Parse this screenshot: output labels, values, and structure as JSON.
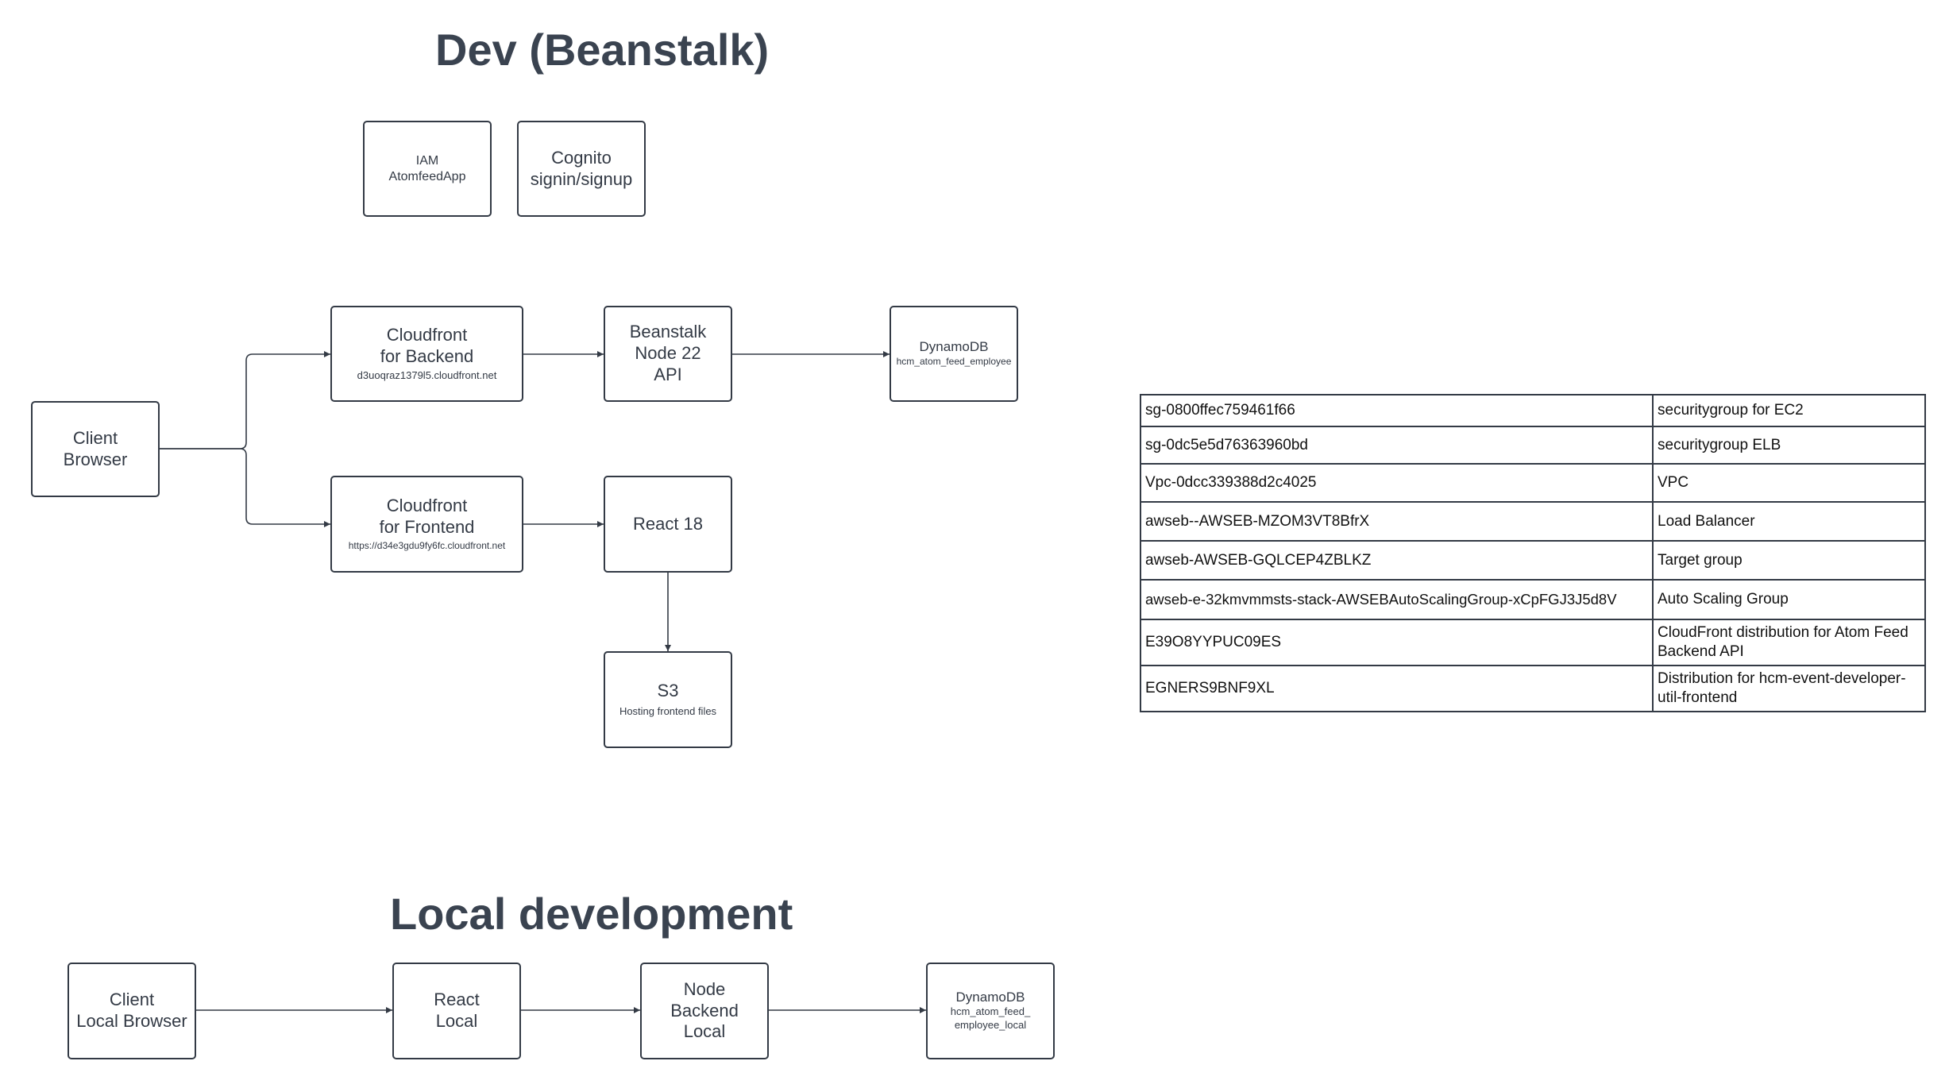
{
  "titles": {
    "dev": "Dev (Beanstalk)",
    "local": "Local development"
  },
  "nodes": {
    "iam": {
      "label": "IAM",
      "sub": "AtomfeedApp"
    },
    "cognito": {
      "label": "Cognito\nsignin/signup"
    },
    "client_browser": {
      "label": "Client\nBrowser"
    },
    "cf_backend": {
      "label": "Cloudfront\nfor Backend",
      "sub": "d3uoqraz1379l5.cloudfront.net"
    },
    "beanstalk": {
      "label": "Beanstalk\nNode 22\nAPI"
    },
    "dynamodb": {
      "label": "DynamoDB",
      "sub": "hcm_atom_feed_employee"
    },
    "cf_frontend": {
      "label": "Cloudfront\nfor Frontend",
      "sub": "https://d34e3gdu9fy6fc.cloudfront.net"
    },
    "react": {
      "label": "React 18"
    },
    "s3": {
      "label": "S3",
      "sub": "Hosting frontend files"
    },
    "local_client": {
      "label": "Client\nLocal Browser"
    },
    "react_local": {
      "label": "React\nLocal"
    },
    "node_local": {
      "label": "Node\nBackend\nLocal"
    },
    "dynamodb_local": {
      "label": "DynamoDB",
      "sub": "hcm_atom_feed_\nemployee_local"
    }
  },
  "edges": [
    {
      "from": "client_browser",
      "to": "cf_backend"
    },
    {
      "from": "client_browser",
      "to": "cf_frontend"
    },
    {
      "from": "cf_backend",
      "to": "beanstalk"
    },
    {
      "from": "beanstalk",
      "to": "dynamodb"
    },
    {
      "from": "cf_frontend",
      "to": "react"
    },
    {
      "from": "react",
      "to": "s3"
    },
    {
      "from": "local_client",
      "to": "react_local"
    },
    {
      "from": "react_local",
      "to": "node_local"
    },
    {
      "from": "node_local",
      "to": "dynamodb_local"
    }
  ],
  "resources": [
    {
      "id": "sg-0800ffec759461f66",
      "desc": "securitygroup for EC2"
    },
    {
      "id": "sg-0dc5e5d76363960bd",
      "desc": "securitygroup ELB"
    },
    {
      "id": "Vpc-0dcc339388d2c4025",
      "desc": "VPC"
    },
    {
      "id": "awseb--AWSEB-MZOM3VT8BfrX",
      "desc": "Load Balancer"
    },
    {
      "id": "awseb-AWSEB-GQLCEP4ZBLKZ",
      "desc": "Target group"
    },
    {
      "id": "awseb-e-32kmvmmsts-stack-AWSEBAutoScalingGroup-xCpFGJ3J5d8V",
      "desc": "Auto Scaling Group"
    },
    {
      "id": "E39O8YYPUC09ES",
      "desc": "CloudFront distribution for Atom Feed Backend API"
    },
    {
      "id": "EGNERS9BNF9XL",
      "desc": "Distribution for hcm-event-developer-util-frontend"
    }
  ],
  "colors": {
    "stroke": "#333a45",
    "title": "#3a4350"
  }
}
